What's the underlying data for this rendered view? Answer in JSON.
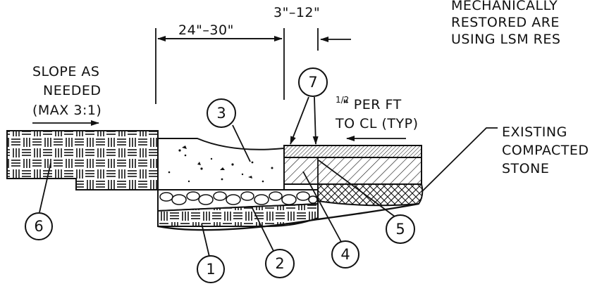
{
  "notes": {
    "top_right": [
      "MECHANICALLY",
      "RESTORED ARE",
      "USING LSM RES"
    ],
    "slope": [
      "SLOPE AS",
      "NEEDED",
      "(MAX 3:1)"
    ],
    "cross_slope_frac": "1/2",
    "cross_slope": [
      "\" PER FT",
      "TO CL (TYP)"
    ],
    "existing": [
      "EXISTING",
      "COMPACTED",
      "STONE"
    ]
  },
  "dimensions": {
    "width_24_30": "24\"–30\"",
    "width_3_12": "3\"–12\""
  },
  "callouts": [
    "1",
    "2",
    "3",
    "4",
    "5",
    "6",
    "7"
  ]
}
